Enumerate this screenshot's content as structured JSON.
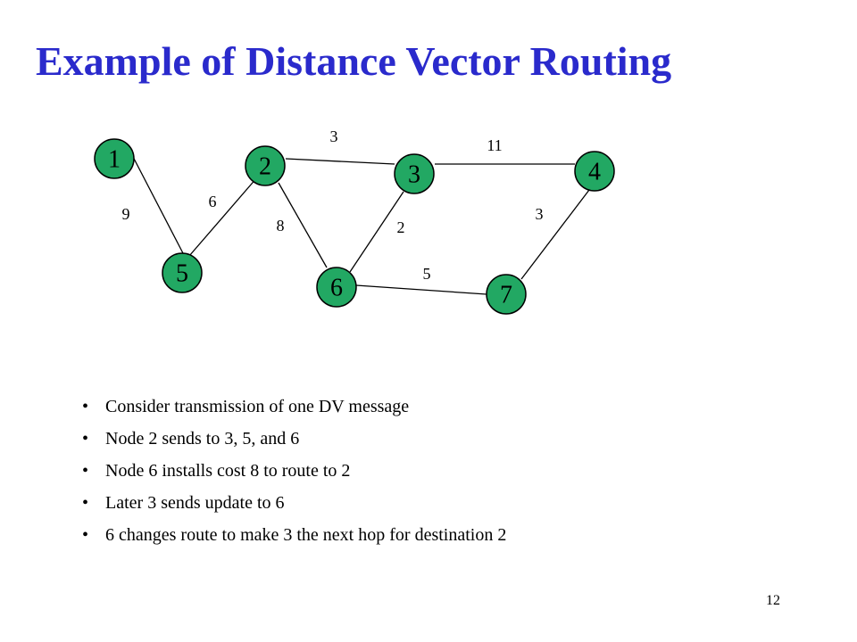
{
  "slide": {
    "title": "Example of Distance Vector Routing",
    "page_number": "12",
    "node_color": "#22a863",
    "title_color": "#2a2acc"
  },
  "graph": {
    "nodes": [
      {
        "id": "1",
        "label": "1"
      },
      {
        "id": "2",
        "label": "2"
      },
      {
        "id": "3",
        "label": "3"
      },
      {
        "id": "4",
        "label": "4"
      },
      {
        "id": "5",
        "label": "5"
      },
      {
        "id": "6",
        "label": "6"
      },
      {
        "id": "7",
        "label": "7"
      }
    ],
    "edges": [
      {
        "from": "1",
        "to": "5",
        "cost": "9"
      },
      {
        "from": "5",
        "to": "2",
        "cost": "6"
      },
      {
        "from": "2",
        "to": "3",
        "cost": "3"
      },
      {
        "from": "2",
        "to": "6",
        "cost": "8"
      },
      {
        "from": "6",
        "to": "3",
        "cost": "2"
      },
      {
        "from": "3",
        "to": "4",
        "cost": "11"
      },
      {
        "from": "4",
        "to": "7",
        "cost": "3"
      },
      {
        "from": "6",
        "to": "7",
        "cost": "5"
      }
    ]
  },
  "bullets": [
    "Consider transmission of one DV message",
    "Node 2 sends to 3, 5, and 6",
    "Node 6 installs cost 8 to route to 2",
    "Later 3 sends update to 6",
    "6 changes route to make 3 the next hop for destination 2"
  ]
}
